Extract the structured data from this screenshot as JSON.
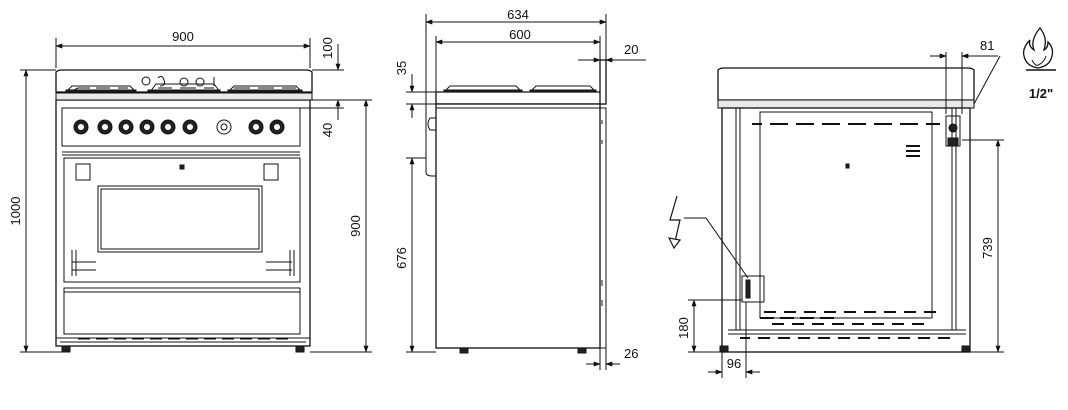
{
  "dimensions": {
    "front_width": "900",
    "front_height": "1000",
    "front_top": "100",
    "front_panel": "40",
    "front_body_height": "900",
    "side_depth_total": "634",
    "side_depth": "600",
    "side_top_offset": "35",
    "side_back": "20",
    "side_height": "676",
    "side_foot": "26",
    "back_gas_offset": "81",
    "back_gas_height": "739",
    "back_elec_height": "180",
    "back_elec_offset": "96"
  },
  "symbols": {
    "gas_icon": "flame-icon",
    "gas_size": "1/2\"",
    "electric_icon": "lightning-icon"
  }
}
